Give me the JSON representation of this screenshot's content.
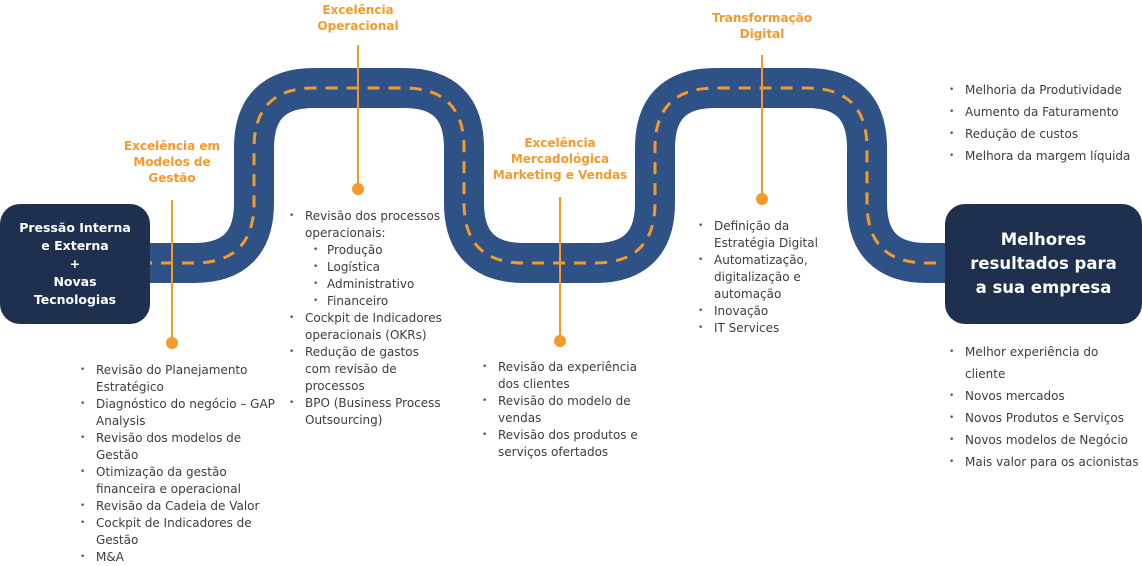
{
  "colors": {
    "road": "#2e5286",
    "road_dash": "#f39a2b",
    "box": "#1f2f4e",
    "accent": "#f39a2b",
    "text": "#3d3d3d"
  },
  "start_box": {
    "lines": [
      "Pressão Interna",
      "e Externa",
      "+",
      "Novas",
      "Tecnologias"
    ]
  },
  "end_box": {
    "lines": [
      "Melhores",
      "resultados para",
      "a sua empresa"
    ]
  },
  "stages": [
    {
      "title_lines": [
        "Excelência em",
        "Modelos de",
        "Gestão"
      ],
      "items": [
        {
          "text": "Revisão do Planejamento Estratégico"
        },
        {
          "text": "Diagnóstico do negócio – GAP Analysis"
        },
        {
          "text": "Revisão dos modelos de Gestão"
        },
        {
          "text": "Otimização da gestão financeira e operacional"
        },
        {
          "text": "Revisão da Cadeia de Valor"
        },
        {
          "text": "Cockpit de Indicadores de Gestão"
        },
        {
          "text": "M&A"
        }
      ]
    },
    {
      "title_lines": [
        "Excelência",
        "Operacional"
      ],
      "items": [
        {
          "text": "Revisão dos processos operacionais:",
          "sub": [
            "Produção",
            "Logística",
            "Administrativo",
            "Financeiro"
          ]
        },
        {
          "text": "Cockpit de Indicadores operacionais (OKRs)"
        },
        {
          "text": "Redução de gastos com revisão de processos"
        },
        {
          "text": "BPO (Business Process Outsourcing)"
        }
      ]
    },
    {
      "title_lines": [
        "Excelência",
        "Mercadológica",
        "Marketing e Vendas"
      ],
      "items": [
        {
          "text": "Revisão da experiência dos clientes"
        },
        {
          "text": "Revisão do modelo de vendas"
        },
        {
          "text": "Revisão dos produtos e serviços ofertados"
        }
      ]
    },
    {
      "title_lines": [
        "Transformação",
        "Digital"
      ],
      "items": [
        {
          "text": "Definição da Estratégia Digital"
        },
        {
          "text": "Automatização, digitalização e automação"
        },
        {
          "text": "Inovação"
        },
        {
          "text": "IT Services"
        }
      ]
    }
  ],
  "results_top": [
    "Melhoria da Produtividade",
    "Aumento da Faturamento",
    "Redução de custos",
    "Melhora da margem líquida"
  ],
  "results_bottom": [
    "Melhor experiência do cliente",
    "Novos mercados",
    "Novos Produtos e Serviços",
    "Novos modelos de Negócio",
    "Mais valor para os acionistas"
  ]
}
